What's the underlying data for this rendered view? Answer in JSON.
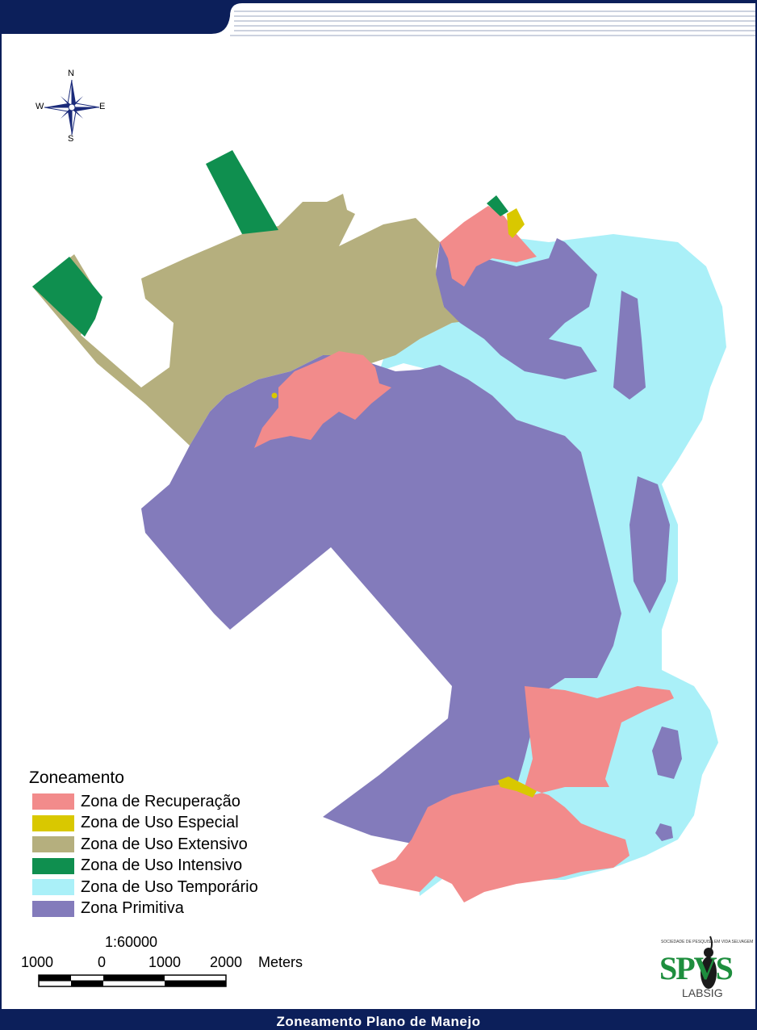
{
  "title": "Zoneamento Plano de Manejo",
  "compass": {
    "north": "N",
    "south": "S",
    "east": "E",
    "west": "W"
  },
  "legend": {
    "title": "Zoneamento",
    "items": [
      {
        "label": "Zona de Recuperação",
        "color": "#f28b8b"
      },
      {
        "label": "Zona de Uso Especial",
        "color": "#d9c800"
      },
      {
        "label": "Zona de Uso Extensivo",
        "color": "#b5af7e"
      },
      {
        "label": "Zona de Uso Intensivo",
        "color": "#0f8f4f"
      },
      {
        "label": "Zona de Uso Temporário",
        "color": "#aaf0f8"
      },
      {
        "label": "Zona Primitiva",
        "color": "#837bbb"
      }
    ]
  },
  "scalebar": {
    "ratio": "1:60000",
    "ticks": [
      "1000",
      "0",
      "1000",
      "2000"
    ],
    "unit": "Meters"
  },
  "logo": {
    "top_text": "SOCIEDADE DE PESQUISA EM VIDA SELVAGEM",
    "main_text": "SPVS",
    "sub_text": "LABSIG"
  },
  "colors": {
    "header_navy": "#0c1f5a",
    "footer_navy": "#0c1f5a"
  }
}
